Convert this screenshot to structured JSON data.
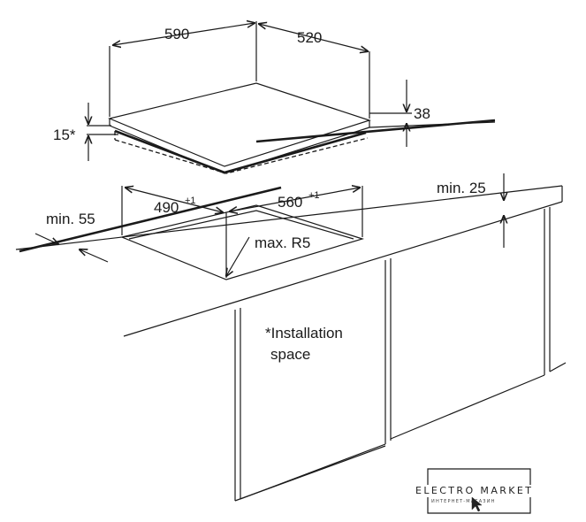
{
  "dimensions": {
    "hob_width": "590",
    "hob_depth": "520",
    "hob_height": "38",
    "hob_inset": "15*",
    "cutout_width": "560",
    "cutout_width_tol": "+1",
    "cutout_depth": "490",
    "cutout_depth_tol": "+1",
    "front_margin": "min. 55",
    "wall_clearance": "min. 25",
    "corner_radius": "max. R5"
  },
  "notes": {
    "installation_line1": "*Installation",
    "installation_line2": "space"
  },
  "watermark": {
    "brand": "ELECTRO MARKET",
    "tagline": "ИНТЕРНЕТ-МАГАЗИН"
  }
}
